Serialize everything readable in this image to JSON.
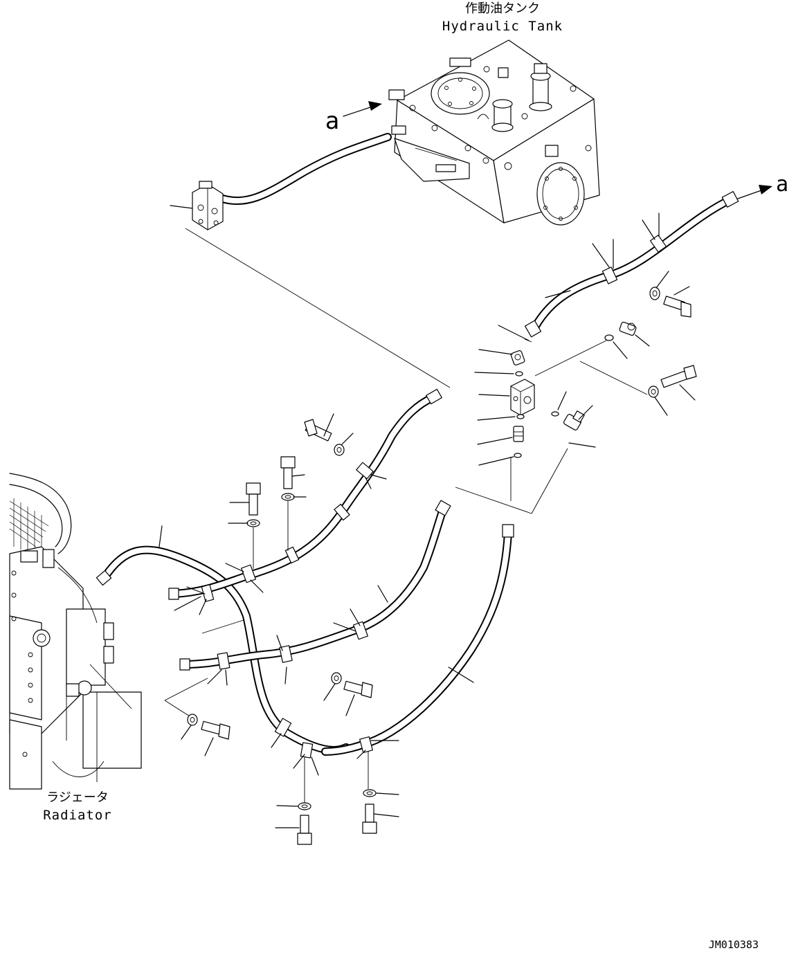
{
  "labels": {
    "hydraulic_tank_jp": "作動油タンク",
    "hydraulic_tank_en": "Hydraulic Tank",
    "radiator_jp": "ラジェータ",
    "radiator_en": "Radiator",
    "view_ref_left": "a",
    "view_ref_right": "a",
    "drawing_number": "JM010383"
  },
  "icons": {
    "arrow": "arrow-icon",
    "hose": "hose-icon",
    "clamp": "clamp-icon",
    "bolt": "bolt-icon",
    "washer": "washer-icon",
    "valve_block": "valve-block-icon",
    "elbow_fitting": "elbow-fitting-icon",
    "o_ring": "o-ring-icon"
  }
}
